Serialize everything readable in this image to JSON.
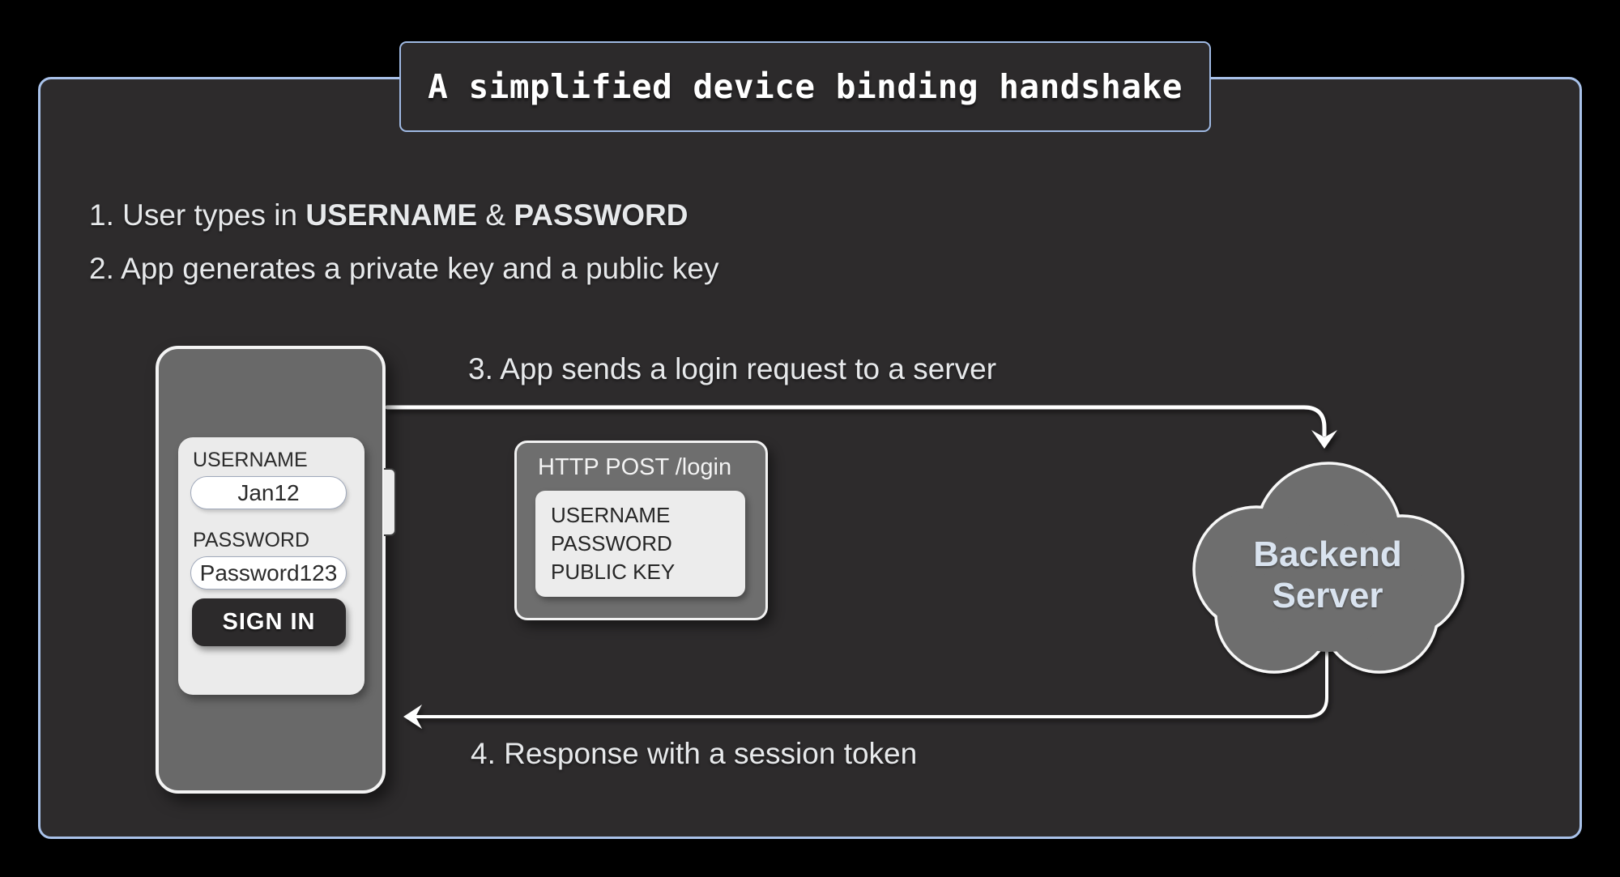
{
  "title": "A simplified device binding handshake",
  "steps": {
    "one": {
      "prefix": "1. User types in ",
      "bold1": "USERNAME",
      "separator": " & ",
      "bold2": "PASSWORD"
    },
    "two": "2. App generates a private key and a public key",
    "three": "3. App sends a login request to a server",
    "four": "4. Response with a session token"
  },
  "phone": {
    "username_label": "USERNAME",
    "username_value": "Jan12",
    "password_label": "PASSWORD",
    "password_value": "Password123",
    "signin_label": "SIGN IN"
  },
  "http_request": {
    "title": "HTTP POST /login",
    "fields": [
      "USERNAME",
      "PASSWORD",
      "PUBLIC KEY"
    ]
  },
  "server": {
    "label_line1": "Backend",
    "label_line2": "Server"
  },
  "colors": {
    "accent_border": "#9fb9e3",
    "panel_background": "#2d2b2c",
    "shape_gray": "#6e6e6e",
    "light_panel": "#ebebeb",
    "dark_button": "#2c2a2b",
    "arrow_white": "#ffffff",
    "cloud_text": "#d9e3ef"
  }
}
